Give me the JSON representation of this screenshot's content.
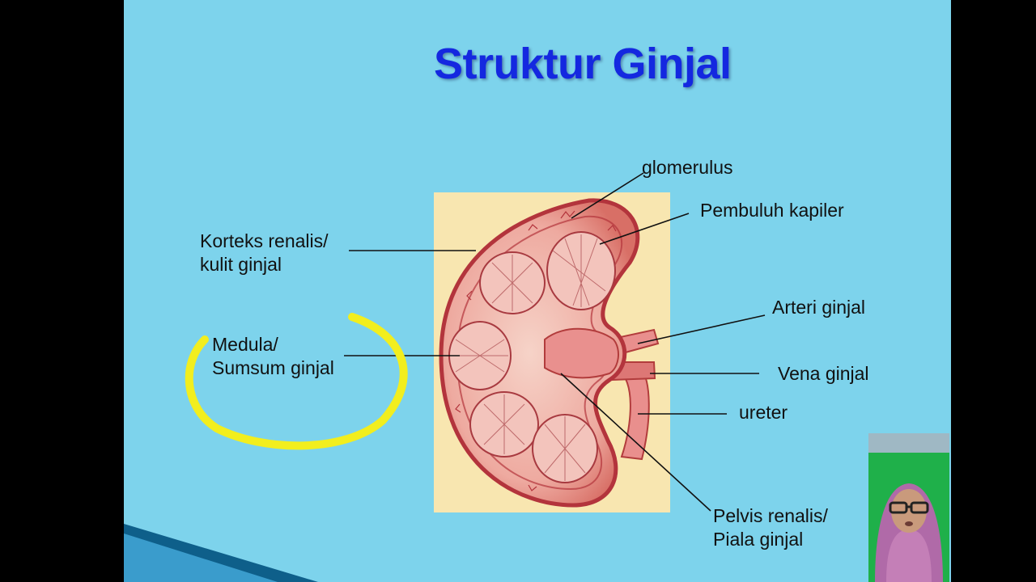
{
  "slide": {
    "title": "Struktur Ginjal",
    "background": "#7dd3ec",
    "title_color": "#1428e0"
  },
  "labels": {
    "glomerulus": "glomerulus",
    "pembuluh_kapiler": "Pembuluh kapiler",
    "korteks_line1": "Korteks renalis/",
    "korteks_line2": "kulit ginjal",
    "arteri_ginjal": "Arteri ginjal",
    "medula_line1": "Medula/",
    "medula_line2": "Sumsum ginjal",
    "vena_ginjal": "Vena ginjal",
    "ureter": "ureter",
    "pelvis_line1": "Pelvis renalis/",
    "pelvis_line2": "Piala ginjal"
  },
  "annotation": {
    "highlight_color": "#f2ee1e"
  }
}
